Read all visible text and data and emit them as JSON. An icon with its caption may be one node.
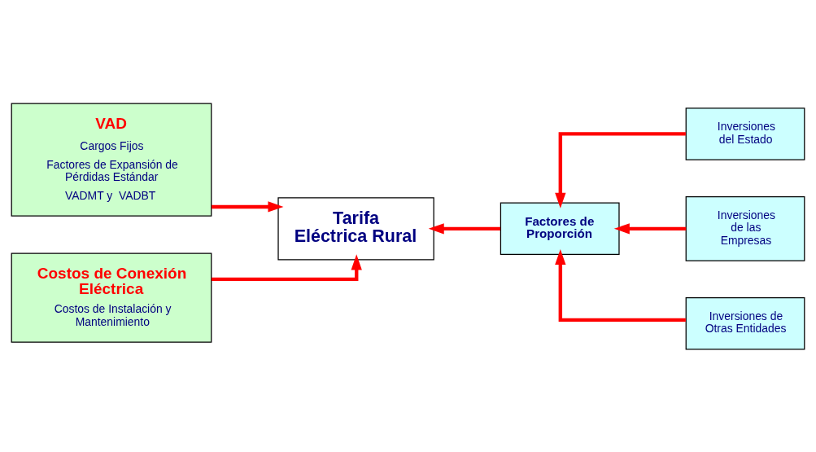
{
  "diagram": {
    "nodes": [
      {
        "text": [
          "VAD",
          "Cargos Fijos",
          "Factores de Expansión de Pérdidas Estándar",
          "VADMT y  VADBT"
        ]
      },
      {
        "text": [
          "Costos de Conexión Eléctrica",
          "Costos de Instalación y Mantenimiento"
        ]
      },
      {
        "text": [
          "Tarifa Eléctrica Rural"
        ]
      },
      {
        "text": [
          "Factores de Proporción"
        ]
      },
      {
        "text": [
          "Inversiones del Estado"
        ]
      },
      {
        "text": [
          "Inversiones de las Empresas"
        ]
      },
      {
        "text": [
          "Inversiones de Otras Entidades"
        ]
      }
    ],
    "edges": [
      {
        "from": 0,
        "to": 2,
        "arrow": "to"
      },
      {
        "from": 1,
        "to": 2,
        "arrow": "to"
      },
      {
        "from": 3,
        "to": 2,
        "arrow": "to"
      },
      {
        "from": 4,
        "to": 3,
        "arrow": "to"
      },
      {
        "from": 5,
        "to": 3,
        "arrow": "to"
      },
      {
        "from": 6,
        "to": 3,
        "arrow": "to"
      }
    ]
  }
}
